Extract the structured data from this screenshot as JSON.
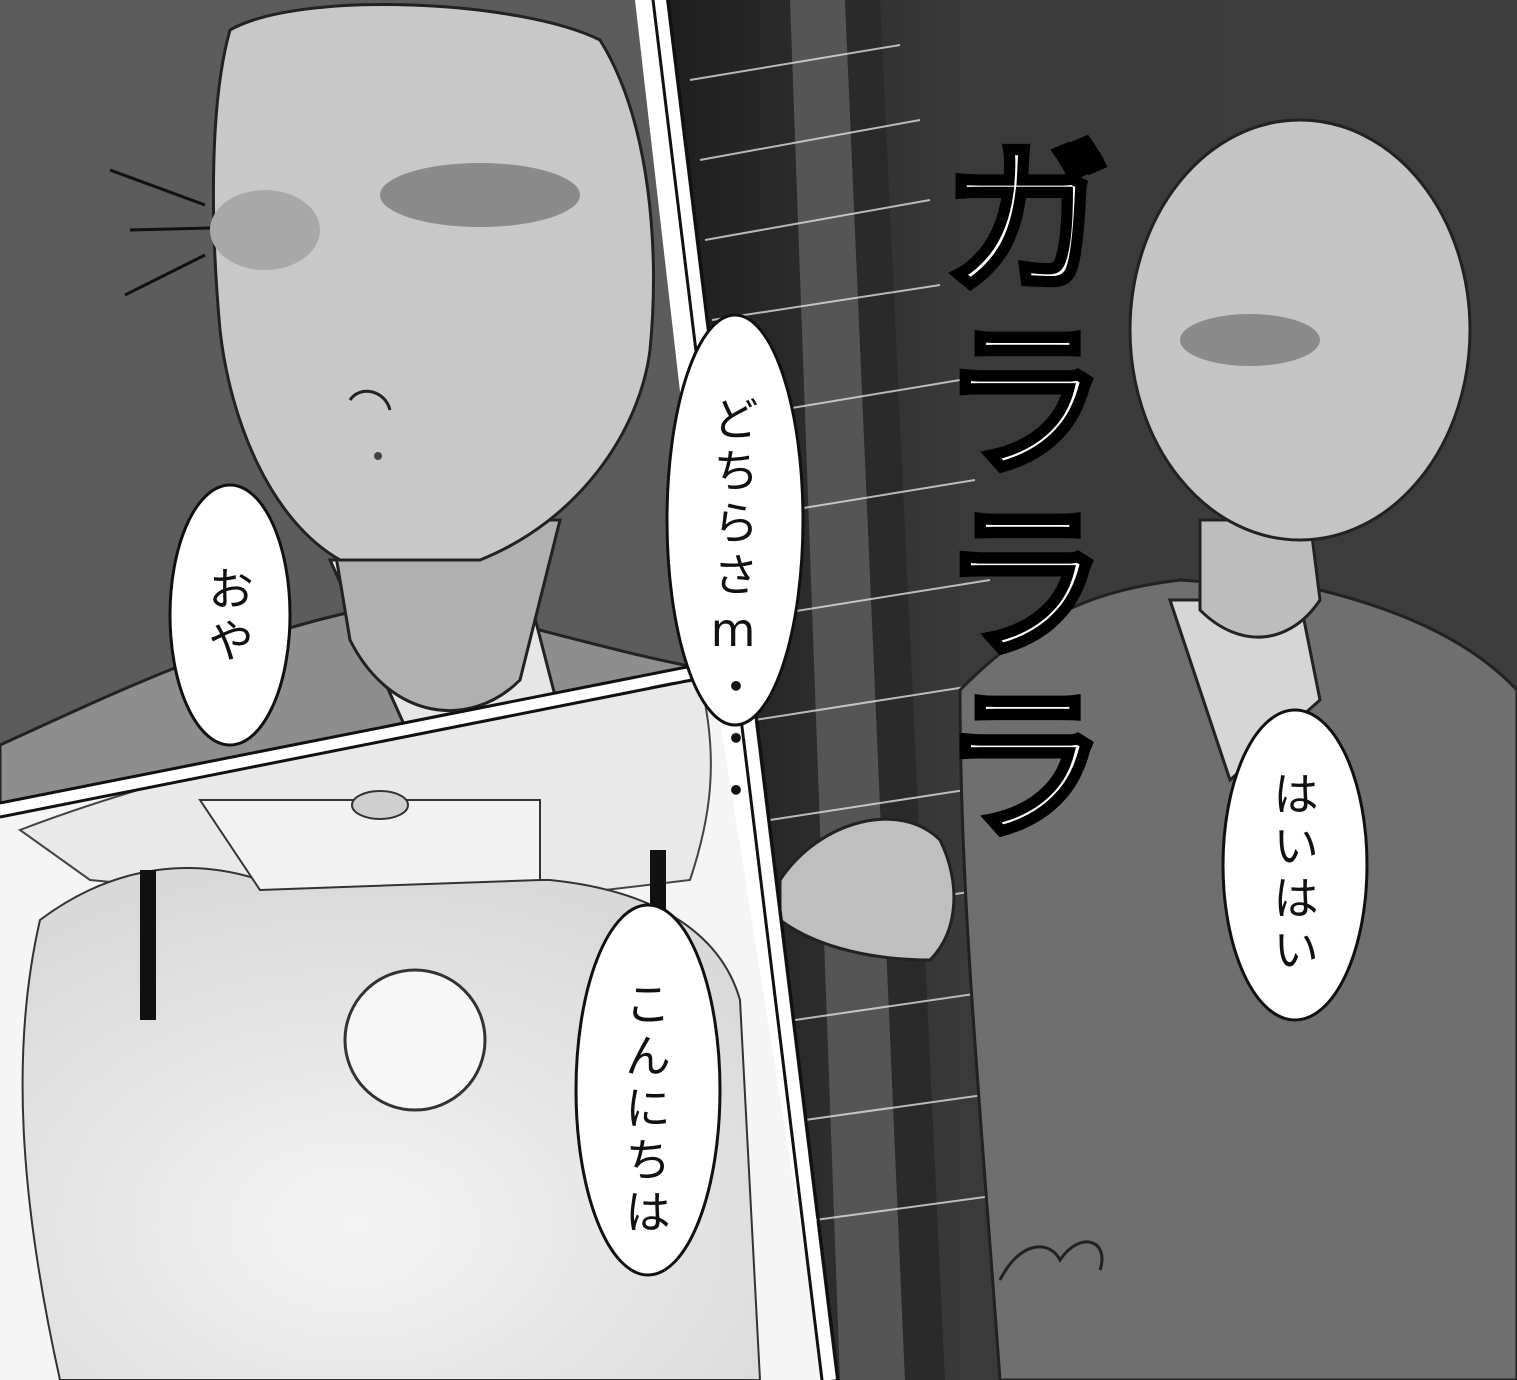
{
  "dialogue": [
    {
      "speaker": "old-man-left",
      "text": "おや"
    },
    {
      "speaker": "old-man-left",
      "text": "どちらさm・・・"
    },
    {
      "speaker": "girl",
      "text": "こんにちは"
    },
    {
      "speaker": "old-man-right",
      "text": "はいはい"
    }
  ],
  "sound_effect": {
    "text": "ガラララ"
  }
}
